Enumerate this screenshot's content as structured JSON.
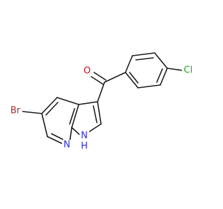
{
  "molecule": {
    "atoms": [
      {
        "id": "O1",
        "label": "O",
        "color": "#e0001a"
      },
      {
        "id": "Cl1",
        "label": "Cl",
        "color": "#1fa31f"
      },
      {
        "id": "Br1",
        "label": "Br",
        "color": "#a52a2a"
      },
      {
        "id": "N1",
        "label": "N",
        "color": "#2b2bd6"
      },
      {
        "id": "N2",
        "label": "H",
        "color": "#2b2bd6"
      },
      {
        "id": "N2b",
        "label": "N",
        "color": "#2b2bd6"
      }
    ],
    "bond_color": "#1a1a1a"
  }
}
